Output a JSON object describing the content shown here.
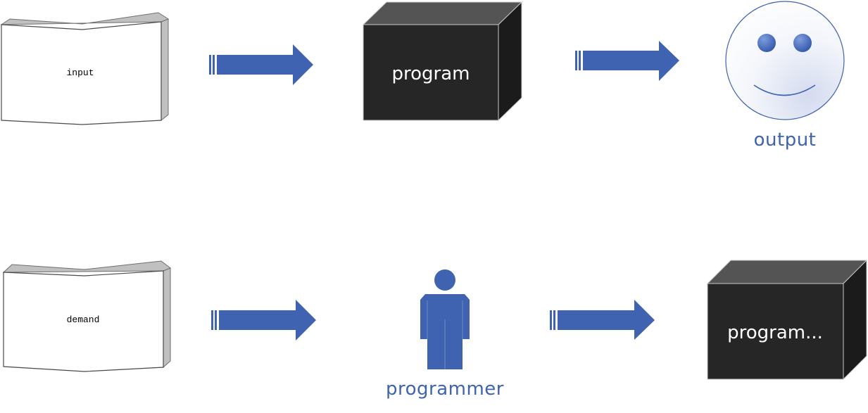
{
  "colors": {
    "accent_blue": "#3f63b0",
    "box_front": "#262626",
    "box_top": "#545454",
    "box_side": "#1b1b1b",
    "paper_side": "#c0c0c0",
    "caption_text": "#3f63b0"
  },
  "row1": {
    "document_label": "input",
    "box_label": "program",
    "result_caption": "output",
    "result_icon": "smiley-face-icon"
  },
  "row2": {
    "document_label": "demand",
    "person_caption": "programmer",
    "person_icon": "person-icon",
    "box_label": "program..."
  }
}
